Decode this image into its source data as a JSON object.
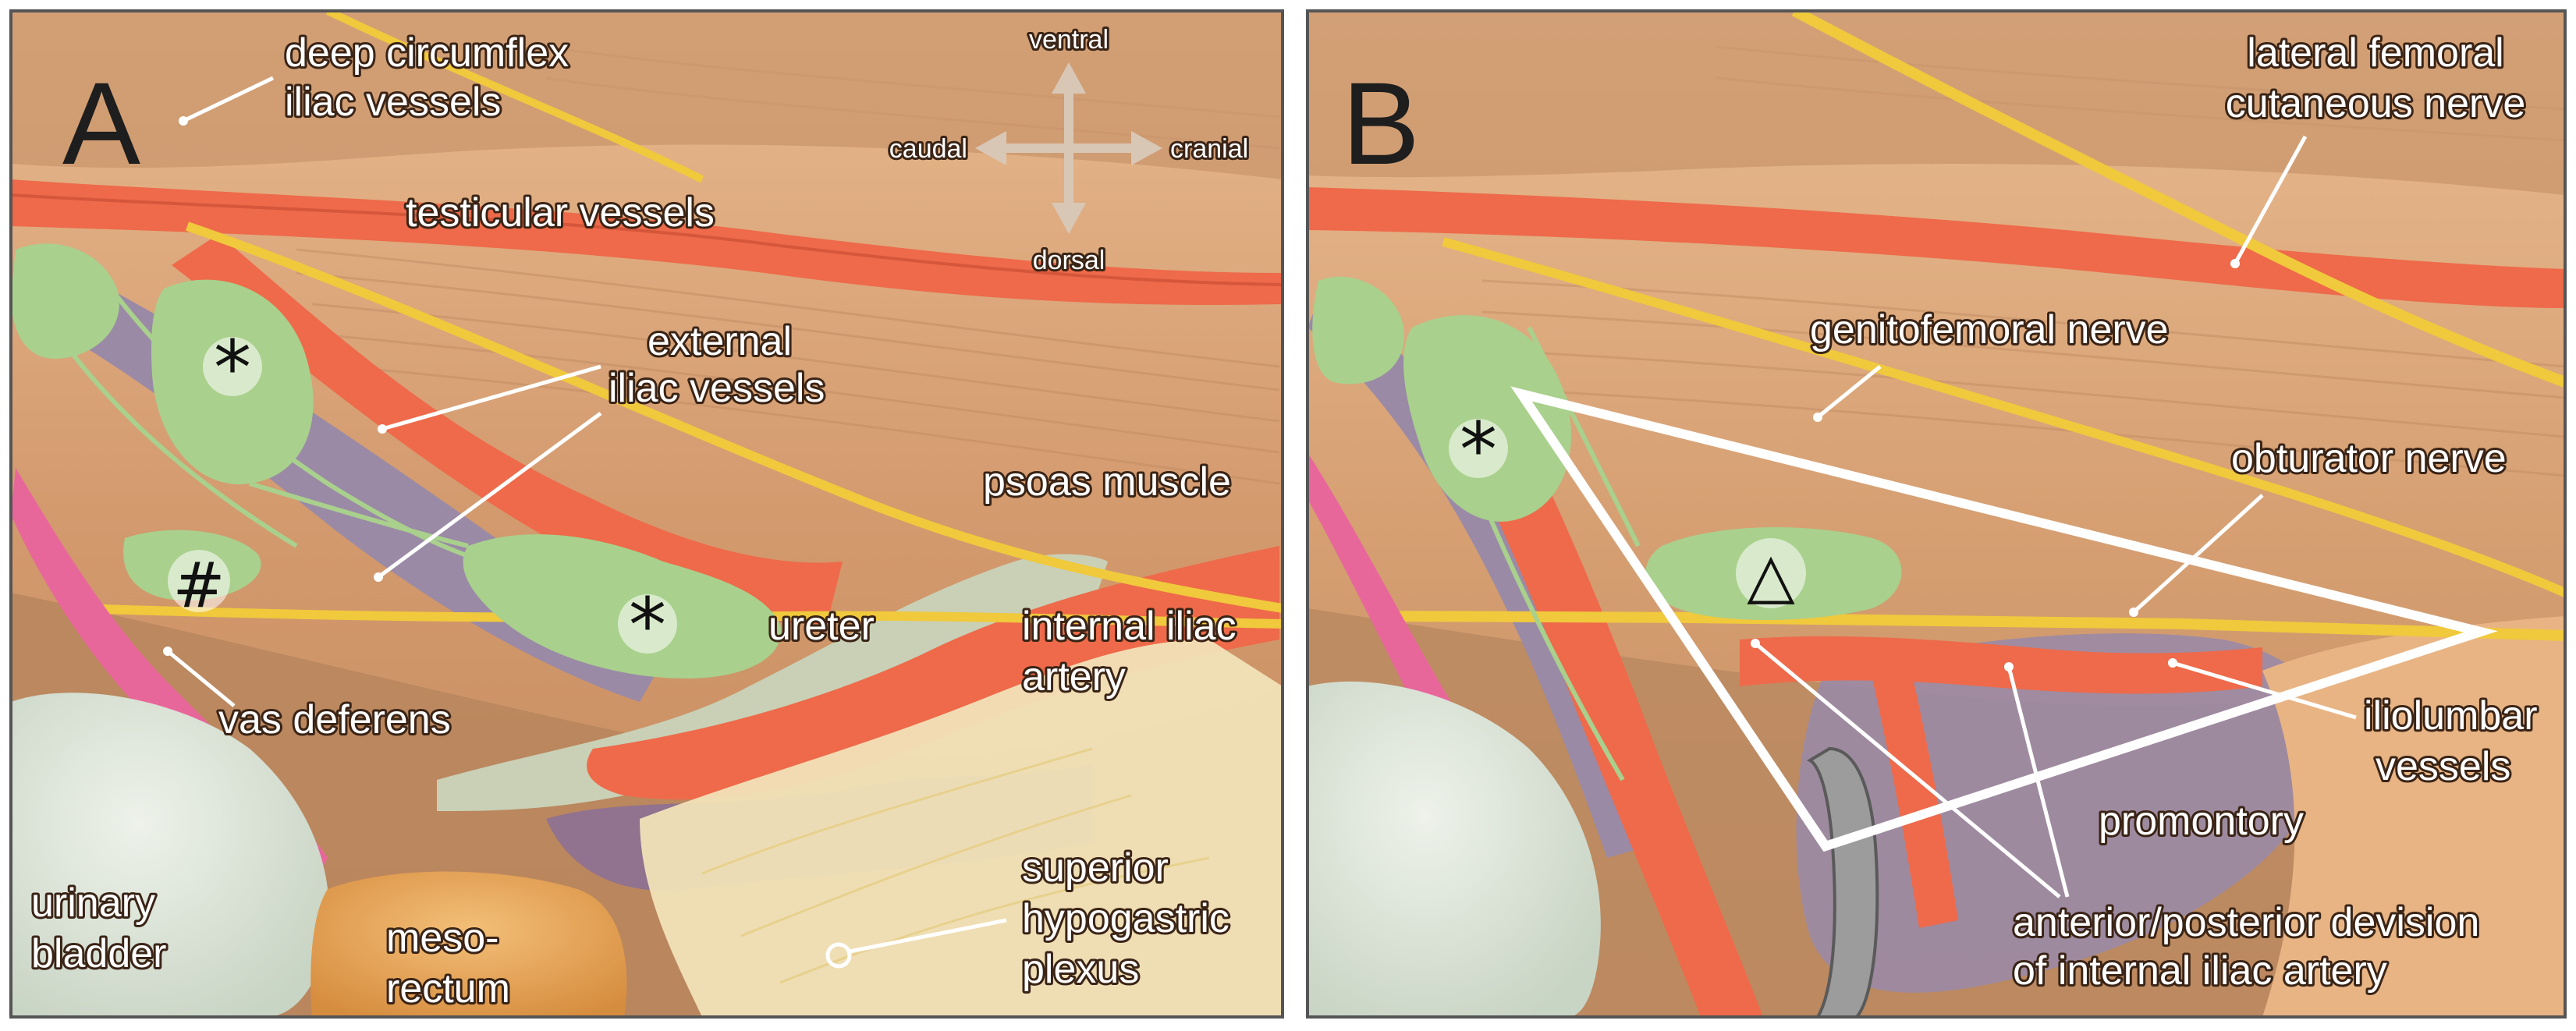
{
  "panels": {
    "a": {
      "letter": "A",
      "directions": {
        "ventral": "ventral",
        "dorsal": "dorsal",
        "caudal": "caudal",
        "cranial": "cranial"
      },
      "labels": {
        "deep_circumflex_l1": "deep circumflex",
        "deep_circumflex_l2": "iliac vessels",
        "testicular": "testicular vessels",
        "external_iliac_l1": "external",
        "external_iliac_l2": "iliac vessels",
        "psoas": "psoas muscle",
        "ureter": "ureter",
        "internal_iliac_l1": "internal iliac",
        "internal_iliac_l2": "artery",
        "vas_deferens": "vas deferens",
        "urinary_bladder_l1": "urinary",
        "urinary_bladder_l2": "bladder",
        "mesorectum_l1": "meso-",
        "mesorectum_l2": "rectum",
        "superior_hypogastric_l1": "superior",
        "superior_hypogastric_l2": "hypogastric",
        "superior_hypogastric_l3": "plexus"
      },
      "symbols": {
        "asterisk": "*",
        "hash": "#"
      }
    },
    "b": {
      "letter": "B",
      "labels": {
        "lateral_femoral_l1": "lateral femoral",
        "lateral_femoral_l2": "cutaneous nerve",
        "genitofemoral": "genitofemoral nerve",
        "obturator": "obturator nerve",
        "iliolumbar_l1": "iliolumbar",
        "iliolumbar_l2": "vessels",
        "promontory": "promontory",
        "division_l1": "anterior/posterior devision",
        "division_l2": "of internal iliac artery"
      },
      "symbols": {
        "asterisk": "*",
        "triangle": "△"
      }
    }
  },
  "colors": {
    "muscle": "#d9a47a",
    "artery": "#ee6a4a",
    "vein": "#9a8aa6",
    "nerve": "#f0c93c",
    "lymph": "#a9d08c",
    "vas": "#e8679a",
    "bladder": "#d7e2d4",
    "fat": "#e6a65e",
    "plexus": "#f1e2b8"
  }
}
